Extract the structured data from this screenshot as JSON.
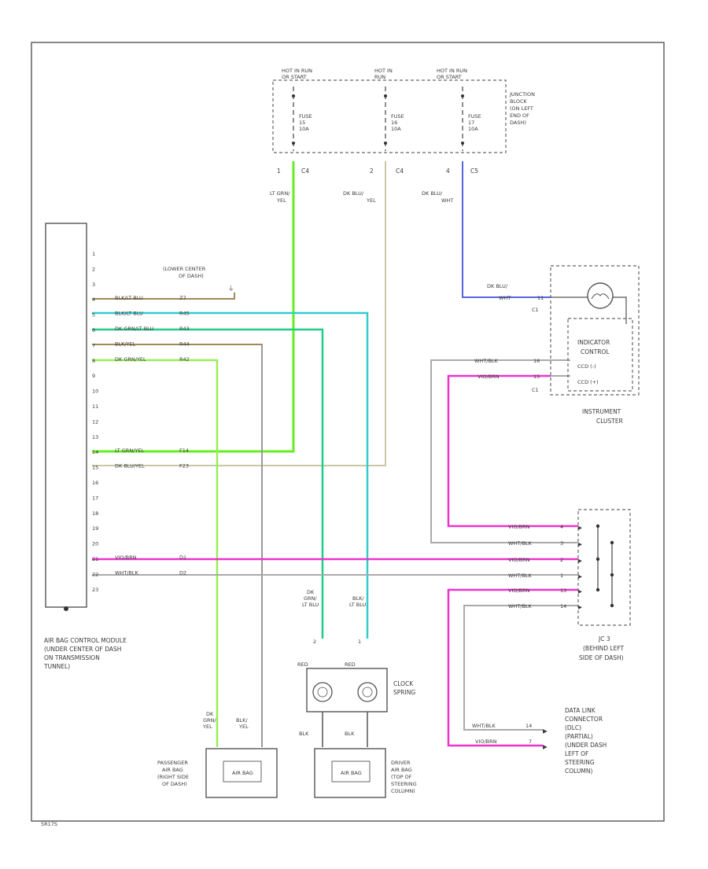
{
  "junction_block": {
    "fuses": [
      {
        "hot_label": "HOT IN RUN",
        "hot_label2": "OR START",
        "fuse_label": "FUSE",
        "fuse_num": "15",
        "fuse_amp": "10A",
        "pin": "1",
        "conn": "C4"
      },
      {
        "hot_label": "HOT IN",
        "hot_label2": "RUN",
        "fuse_label": "FUSE",
        "fuse_num": "16",
        "fuse_amp": "10A",
        "pin": "2",
        "conn": "C4"
      },
      {
        "hot_label": "HOT IN RUN",
        "hot_label2": "OR START",
        "fuse_label": "FUSE",
        "fuse_num": "17",
        "fuse_amp": "10A",
        "pin": "4",
        "conn": "C5"
      }
    ],
    "label": [
      "JUNCTION",
      "BLOCK",
      "(ON LEFT",
      "END OF",
      "DASH)"
    ]
  },
  "feed_wires": [
    {
      "color_line1": "LT GRN/",
      "color_line2": "YEL",
      "stroke": "#66ee22"
    },
    {
      "color_line1": "DK BLU/",
      "color_line2": "YEL",
      "stroke": "#c8c8a8"
    },
    {
      "color_line1": "DK BLU/",
      "color_line2": "WHT",
      "stroke": "#5566dd"
    }
  ],
  "module": {
    "pins": [
      "1",
      "2",
      "3",
      "4",
      "5",
      "6",
      "7",
      "8",
      "9",
      "10",
      "11",
      "12",
      "13",
      "14",
      "15",
      "16",
      "17",
      "18",
      "19",
      "20",
      "21",
      "22",
      "23"
    ],
    "wire_labels": [
      {
        "color": "BLK/LT BLU",
        "circuit": "Z7"
      },
      {
        "color": "BLK/LT BLU",
        "circuit": "R45"
      },
      {
        "color": "DK GRN/LT BLU",
        "circuit": "R43"
      },
      {
        "color": "BLK/YEL",
        "circuit": "R44"
      },
      {
        "color": "DK GRN/YEL",
        "circuit": "R42"
      },
      {
        "color": "LT GRN/YEL",
        "circuit": "F14"
      },
      {
        "color": "DK BLU/YEL",
        "circuit": "F23"
      },
      {
        "color": "VIO/BRN",
        "circuit": "D1"
      },
      {
        "color": "WHT/BLK",
        "circuit": "D2"
      }
    ],
    "ground_label": [
      "(LOWER CENTER",
      "OF DASH)"
    ],
    "label": [
      "AIR BAG CONTROL MODULE",
      "(UNDER CENTER OF DASH",
      "ON TRANSMISSION",
      "TUNNEL)"
    ]
  },
  "instrument_cluster": {
    "wire_in": "DK BLU/",
    "wire_in2": "WHT",
    "pin1": "11",
    "conn_top": "C1",
    "conn_bottom": "C1",
    "inner_label": [
      "INDICATOR",
      "CONTROL"
    ],
    "ccd_minus": "CCD (-)",
    "ccd_plus": "CCD (+)",
    "wire1": "WHT/BLK",
    "pin_w1": "16",
    "wire2": "VIO/BRN",
    "pin_w2": "15",
    "label": [
      "INSTRUMENT",
      "CLUSTER"
    ]
  },
  "jc3": {
    "wires": [
      {
        "color": "VIO/BRN",
        "pin": "4"
      },
      {
        "color": "WHT/BLK",
        "pin": "3"
      },
      {
        "color": "VIO/BRN",
        "pin": "2"
      },
      {
        "color": "WHT/BLK",
        "pin": "1"
      },
      {
        "color": "VIO/BRN",
        "pin": "13"
      },
      {
        "color": "WHT/BLK",
        "pin": "14"
      }
    ],
    "label": [
      "JC 3",
      "(BEHIND LEFT",
      "SIDE OF DASH)"
    ]
  },
  "clock_spring": {
    "wire_left": [
      "DK",
      "GRN/",
      "LT BLU"
    ],
    "wire_right": [
      "BLK/",
      "LT BLU"
    ],
    "pin_left": "2",
    "pin_right": "1",
    "res_left": "RED",
    "res_right": "RED",
    "label": [
      "CLOCK",
      "SPRING"
    ],
    "wire_bottom_left": "BLK",
    "wire_bottom_right": "BLK"
  },
  "passenger_airbag": {
    "wire_left": [
      "DK",
      "GRN/",
      "YEL"
    ],
    "wire_right": [
      "BLK/",
      "YEL"
    ],
    "label": [
      "PASSENGER",
      "AIR BAG",
      "(RIGHT SIDE",
      "OF DASH)"
    ],
    "squib": "AIR BAG"
  },
  "driver_airbag": {
    "label": [
      "DRIVER",
      "AIR BAG",
      "(TOP OF",
      "STEERING",
      "COLUMN)"
    ],
    "squib": "AIR BAG"
  },
  "dlc": {
    "wire1": "WHT/BLK",
    "pin1": "14",
    "wire2": "VIO/BRN",
    "pin2": "7",
    "label": [
      "DATA LINK",
      "CONNECTOR",
      "(DLC)",
      "(PARTIAL)",
      "(UNDER DASH",
      "LEFT OF",
      "STEERING",
      "COLUMN)"
    ]
  },
  "diagram_code": "5R17S",
  "colors": {
    "lt_grn_yel": "#66ee22",
    "dk_blu_yel": "#c8c8a8",
    "dk_blu_wht": "#5566dd",
    "blk_lt_blu": "#33cccc",
    "dk_grn_lt_blu": "#22cc88",
    "dk_grn_yel": "#99ee55",
    "blk_yel": "#999999",
    "blk_lt_blu_gnd": "#a08858",
    "vio_brn": "#ee33cc",
    "wht_blk": "#aaaaaa"
  }
}
